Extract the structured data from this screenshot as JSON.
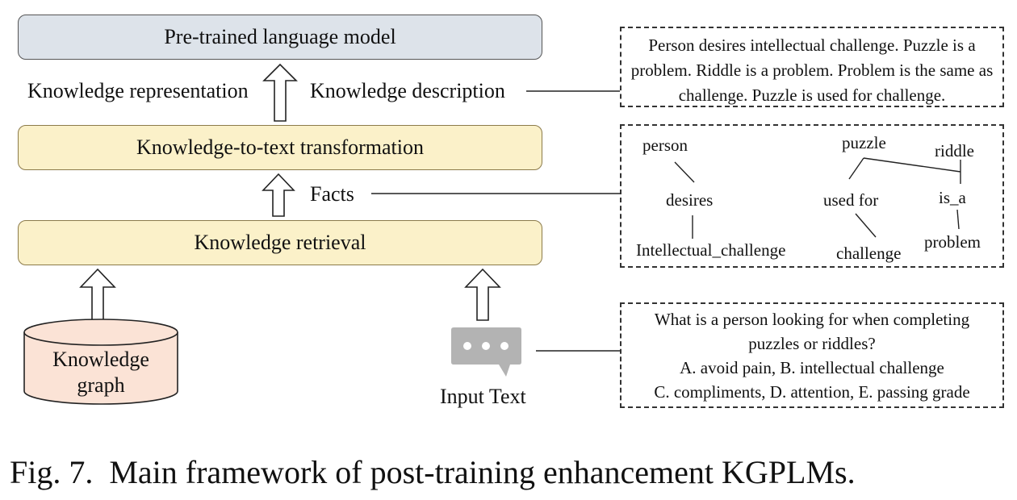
{
  "boxes": {
    "language_model": "Pre-trained language model",
    "knowledge_to_text": "Knowledge-to-text transformation",
    "knowledge_retrieval": "Knowledge retrieval"
  },
  "labels": {
    "knowledge_representation": "Knowledge representation",
    "knowledge_description": "Knowledge description",
    "facts": "Facts",
    "input_text": "Input Text"
  },
  "knowledge_graph": {
    "line1": "Knowledge",
    "line2": "graph"
  },
  "description_text": "Person desires intellectual challenge. Puzzle is a problem. Riddle is a problem. Problem is the same as challenge. Puzzle is used for challenge.",
  "facts_graph": {
    "person": "person",
    "desires": "desires",
    "intellectual_challenge": "Intellectual_challenge",
    "puzzle": "puzzle",
    "used_for": "used for",
    "challenge": "challenge",
    "riddle": "riddle",
    "is_a": "is_a",
    "problem": "problem"
  },
  "question": {
    "line1": "What is a person looking for when completing",
    "line2": "puzzles or riddles?",
    "line3": "A. avoid pain, B. intellectual challenge",
    "line4": "C. compliments, D. attention, E. passing grade"
  },
  "caption": "Fig. 7.  Main framework of post-training enhancement KGPLMs.",
  "colors": {
    "language_model_fill": "#dde3ea",
    "module_fill": "#fbf1c9",
    "knowledge_graph_fill": "#fbe3d6",
    "chat_icon": "#b3b3b3"
  }
}
